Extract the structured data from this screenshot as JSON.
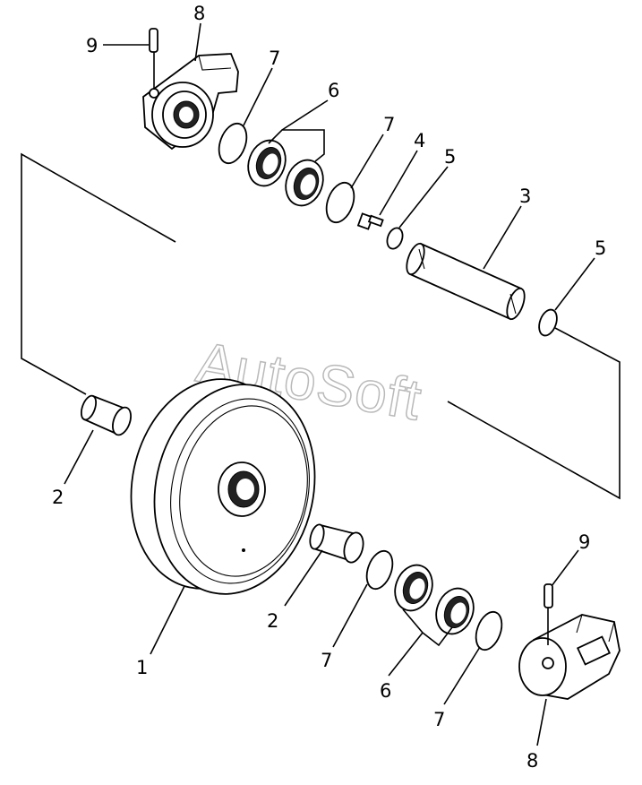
{
  "callouts": {
    "c1": "1",
    "c2a": "2",
    "c2b": "2",
    "c3": "3",
    "c4": "4",
    "c5a": "5",
    "c5b": "5",
    "c6a": "6",
    "c6b": "6",
    "c7a": "7",
    "c7b": "7",
    "c7c": "7",
    "c7d": "7",
    "c8a": "8",
    "c8b": "8",
    "c9a": "9",
    "c9b": "9"
  },
  "watermark": "AutoSoft"
}
